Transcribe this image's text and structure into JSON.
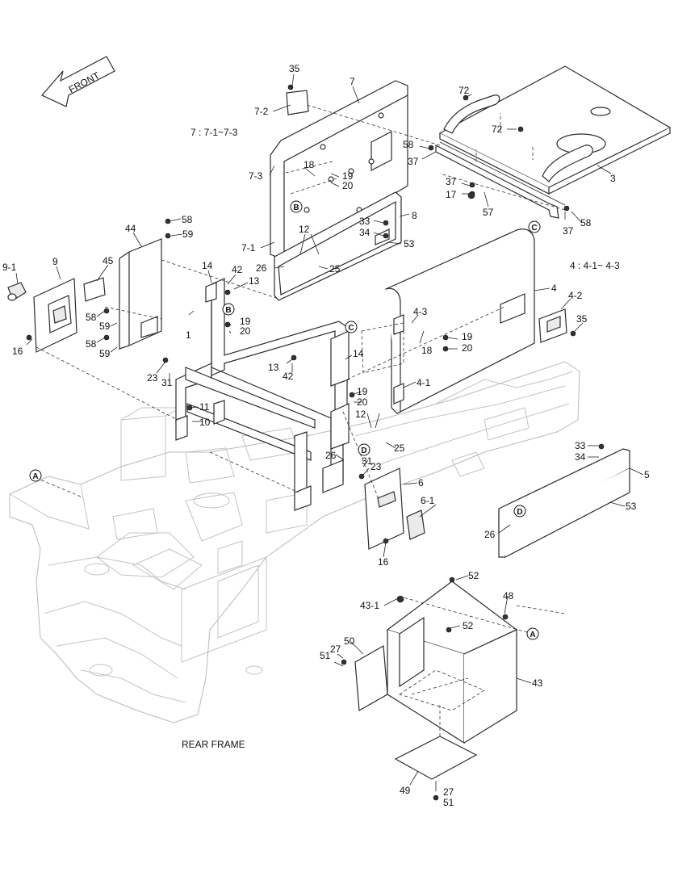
{
  "front_label": "FRONT",
  "rear_frame_label": "REAR FRAME",
  "notes": {
    "note_7": "7 : 7-1~7-3",
    "note_4": "4 : 4-1~ 4-3"
  },
  "callouts": {
    "A": "A",
    "B": "B",
    "C": "C",
    "D": "D"
  },
  "part_labels": [
    {
      "id": "35a",
      "text": "35"
    },
    {
      "id": "7",
      "text": "7"
    },
    {
      "id": "7-2",
      "text": "7-2"
    },
    {
      "id": "72a",
      "text": "72"
    },
    {
      "id": "72b",
      "text": "72"
    },
    {
      "id": "58a",
      "text": "58"
    },
    {
      "id": "37a",
      "text": "37"
    },
    {
      "id": "3",
      "text": "3"
    },
    {
      "id": "18a",
      "text": "18"
    },
    {
      "id": "19a",
      "text": "19"
    },
    {
      "id": "20a",
      "text": "20"
    },
    {
      "id": "7-3",
      "text": "7-3"
    },
    {
      "id": "37b",
      "text": "37"
    },
    {
      "id": "17",
      "text": "17"
    },
    {
      "id": "57",
      "text": "57"
    },
    {
      "id": "8",
      "text": "8"
    },
    {
      "id": "33a",
      "text": "33"
    },
    {
      "id": "34a",
      "text": "34"
    },
    {
      "id": "53a",
      "text": "53"
    },
    {
      "id": "37c",
      "text": "37"
    },
    {
      "id": "58b",
      "text": "58"
    },
    {
      "id": "58c",
      "text": "58"
    },
    {
      "id": "59a",
      "text": "59"
    },
    {
      "id": "44",
      "text": "44"
    },
    {
      "id": "7-1",
      "text": "7-1"
    },
    {
      "id": "12a",
      "text": "12"
    },
    {
      "id": "26a",
      "text": "26"
    },
    {
      "id": "25a",
      "text": "25"
    },
    {
      "id": "9-1",
      "text": "9-1"
    },
    {
      "id": "9",
      "text": "9"
    },
    {
      "id": "45",
      "text": "45"
    },
    {
      "id": "14a",
      "text": "14"
    },
    {
      "id": "42a",
      "text": "42"
    },
    {
      "id": "13a",
      "text": "13"
    },
    {
      "id": "4",
      "text": "4"
    },
    {
      "id": "4-2",
      "text": "4-2"
    },
    {
      "id": "35b",
      "text": "35"
    },
    {
      "id": "4-3",
      "text": "4-3"
    },
    {
      "id": "19b",
      "text": "19"
    },
    {
      "id": "20b",
      "text": "20"
    },
    {
      "id": "1",
      "text": "1"
    },
    {
      "id": "58d",
      "text": "58"
    },
    {
      "id": "59b",
      "text": "59"
    },
    {
      "id": "58e",
      "text": "58"
    },
    {
      "id": "59c",
      "text": "59"
    },
    {
      "id": "16a",
      "text": "16"
    },
    {
      "id": "19c",
      "text": "19"
    },
    {
      "id": "20c",
      "text": "20"
    },
    {
      "id": "18b",
      "text": "18"
    },
    {
      "id": "13b",
      "text": "13"
    },
    {
      "id": "42b",
      "text": "42"
    },
    {
      "id": "14b",
      "text": "14"
    },
    {
      "id": "23a",
      "text": "23"
    },
    {
      "id": "31a",
      "text": "31"
    },
    {
      "id": "4-1",
      "text": "4-1"
    },
    {
      "id": "19d",
      "text": "19"
    },
    {
      "id": "20d",
      "text": "20"
    },
    {
      "id": "11",
      "text": "11"
    },
    {
      "id": "10",
      "text": "10"
    },
    {
      "id": "12b",
      "text": "12"
    },
    {
      "id": "25b",
      "text": "25"
    },
    {
      "id": "26b",
      "text": "26"
    },
    {
      "id": "31b",
      "text": "31"
    },
    {
      "id": "23b",
      "text": "23"
    },
    {
      "id": "6",
      "text": "6"
    },
    {
      "id": "6-1",
      "text": "6-1"
    },
    {
      "id": "33b",
      "text": "33"
    },
    {
      "id": "34b",
      "text": "34"
    },
    {
      "id": "5",
      "text": "5"
    },
    {
      "id": "53b",
      "text": "53"
    },
    {
      "id": "26c",
      "text": "26"
    },
    {
      "id": "16b",
      "text": "16"
    },
    {
      "id": "52a",
      "text": "52"
    },
    {
      "id": "43-1",
      "text": "43-1"
    },
    {
      "id": "48",
      "text": "48"
    },
    {
      "id": "52b",
      "text": "52"
    },
    {
      "id": "50",
      "text": "50"
    },
    {
      "id": "27a",
      "text": "27"
    },
    {
      "id": "51a",
      "text": "51"
    },
    {
      "id": "43",
      "text": "43"
    },
    {
      "id": "49",
      "text": "49"
    },
    {
      "id": "27b",
      "text": "27"
    },
    {
      "id": "51b",
      "text": "51"
    }
  ]
}
